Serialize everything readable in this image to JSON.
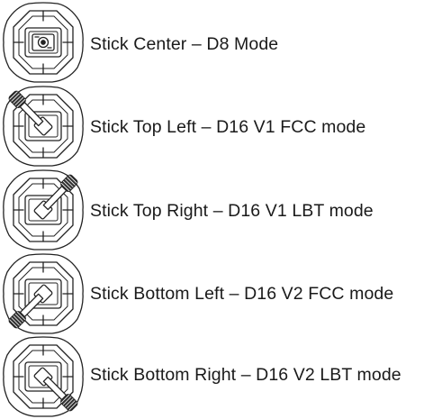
{
  "modes": [
    {
      "label": "Stick Center – D8 Mode",
      "stick_position": "center",
      "icon": "stick-center-icon"
    },
    {
      "label": "Stick Top Left – D16 V1 FCC mode",
      "stick_position": "top-left",
      "icon": "stick-top-left-icon"
    },
    {
      "label": "Stick Top Right – D16 V1 LBT mode",
      "stick_position": "top-right",
      "icon": "stick-top-right-icon"
    },
    {
      "label": "Stick Bottom Left – D16 V2 FCC mode",
      "stick_position": "bottom-left",
      "icon": "stick-bottom-left-icon"
    },
    {
      "label": "Stick Bottom Right – D16 V2 LBT mode",
      "stick_position": "bottom-right",
      "icon": "stick-bottom-right-icon"
    }
  ]
}
